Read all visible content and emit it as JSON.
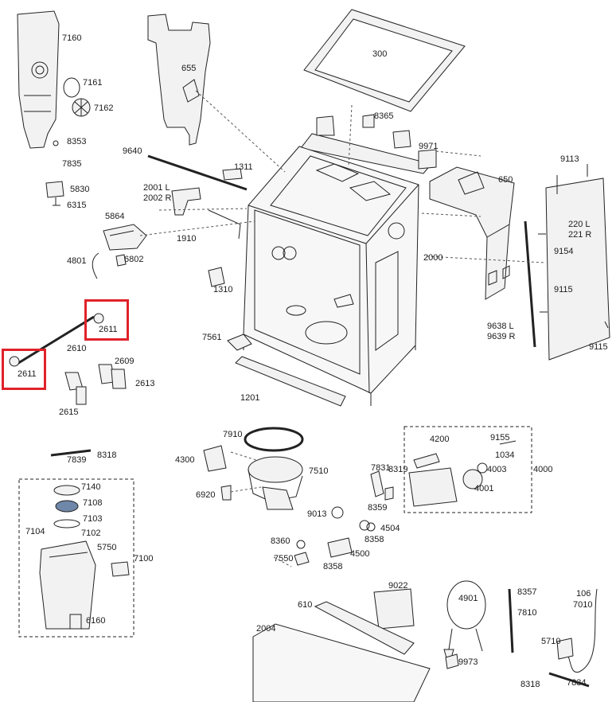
{
  "diagram": {
    "highlight_color": "#e0222a",
    "line_color": "#222222",
    "part_fill": "#f2f2f2",
    "labels": {
      "p7160": "7160",
      "p7161": "7161",
      "p7162": "7162",
      "p8353": "8353",
      "p7835": "7835",
      "p5830": "5830",
      "p6315": "6315",
      "p655": "655",
      "p300": "300",
      "p8365": "8365",
      "p9971": "9971",
      "p9640": "9640",
      "p1311": "1311",
      "p2001": "2001 L",
      "p2002": "2002 R",
      "p650": "650",
      "p9113": "9113",
      "p220": "220 L",
      "p221": "221 R",
      "p5864": "5864",
      "p1910": "1910",
      "p4801": "4801",
      "p6802": "6802",
      "p2000": "2000",
      "p9154": "9154",
      "p1310": "1310",
      "p9115a": "9115",
      "p2611a": "2611",
      "p2611b": "2611",
      "p2610": "2610",
      "p7561": "7561",
      "p9638": "9638 L",
      "p9639": "9639 R",
      "p9115b": "9115",
      "p2609": "2609",
      "p2613": "2613",
      "p2615": "2615",
      "p1201": "1201",
      "p7910": "7910",
      "p4200": "4200",
      "p9155": "9155",
      "p1034": "1034",
      "p4003": "4003",
      "p4000": "4000",
      "p4001": "4001",
      "p7839": "7839",
      "p8318a": "8318",
      "p4300": "4300",
      "p7510": "7510",
      "p7831": "7831",
      "p8319": "8319",
      "p7140": "7140",
      "p7108": "7108",
      "p6920": "6920",
      "p7103": "7103",
      "p8359": "8359",
      "p7104": "7104",
      "p7102": "7102",
      "p9013": "9013",
      "p4504": "4504",
      "p8358a": "8358",
      "p8360": "8360",
      "p5750": "5750",
      "p7100": "7100",
      "p4500": "4500",
      "p7550": "7550",
      "p8358b": "8358",
      "p9022": "9022",
      "p4901": "4901",
      "p8357": "8357",
      "p106": "106",
      "p7010": "7010",
      "p610": "610",
      "p7810": "7810",
      "p6160": "6160",
      "p2004": "2004",
      "p9973": "9973",
      "p5710": "5710",
      "p8318b": "8318",
      "p7834": "7834"
    }
  }
}
